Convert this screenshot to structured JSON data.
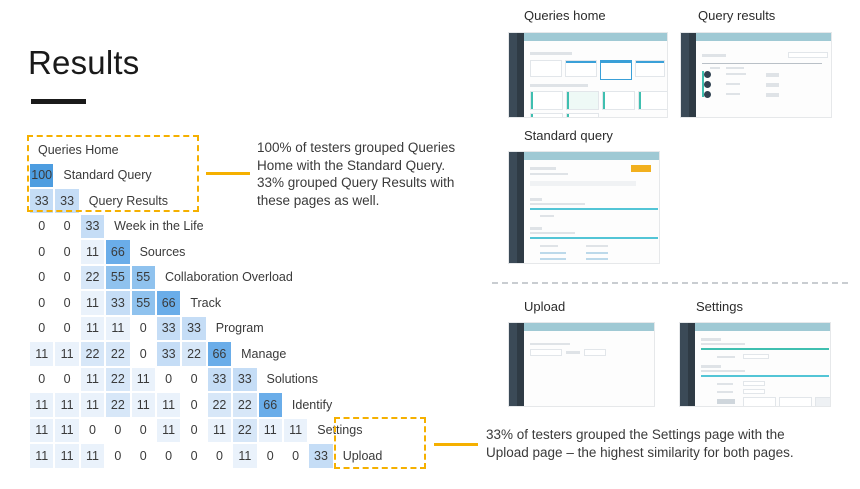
{
  "slide": {
    "title": "Results"
  },
  "callouts": {
    "top": "100% of testers grouped Queries Home with the Standard Query. 33% grouped Query Results with these pages as well.",
    "bottom": "33% of testers grouped the Settings page with the Upload page – the highest similarity for both pages."
  },
  "matrix": {
    "type": "heatmap",
    "description": "Card-sort similarity matrix, lower-triangular. Values are percent of testers who grouped the row page with the column page.",
    "labels": [
      "Queries Home",
      "Standard Query",
      "Query Results",
      "Week in the Life",
      "Sources",
      "Collaboration Overload",
      "Track",
      "Program",
      "Manage",
      "Solutions",
      "Identify",
      "Settings",
      "Upload"
    ],
    "rows": [
      {
        "label": "Queries Home",
        "values": []
      },
      {
        "label": "Standard Query",
        "values": [
          100
        ]
      },
      {
        "label": "Query Results",
        "values": [
          33,
          33
        ]
      },
      {
        "label": "Week in the Life",
        "values": [
          0,
          0,
          33
        ]
      },
      {
        "label": "Sources",
        "values": [
          0,
          0,
          11,
          66
        ]
      },
      {
        "label": "Collaboration Overload",
        "values": [
          0,
          0,
          22,
          55,
          55
        ]
      },
      {
        "label": "Track",
        "values": [
          0,
          0,
          11,
          33,
          55,
          66
        ]
      },
      {
        "label": "Program",
        "values": [
          0,
          0,
          11,
          11,
          0,
          33,
          33
        ]
      },
      {
        "label": "Manage",
        "values": [
          11,
          11,
          22,
          22,
          0,
          33,
          22,
          66
        ]
      },
      {
        "label": "Solutions",
        "values": [
          0,
          0,
          11,
          22,
          11,
          0,
          0,
          33,
          33
        ]
      },
      {
        "label": "Identify",
        "values": [
          11,
          11,
          11,
          22,
          11,
          11,
          0,
          22,
          22,
          66
        ]
      },
      {
        "label": "Settings",
        "values": [
          11,
          11,
          0,
          0,
          0,
          11,
          0,
          11,
          22,
          11,
          11
        ]
      },
      {
        "label": "Upload",
        "values": [
          11,
          11,
          11,
          0,
          0,
          0,
          0,
          0,
          11,
          0,
          0,
          33
        ]
      }
    ],
    "scale": {
      "0": "#ffffff",
      "11": "#eaf2fb",
      "22": "#d7e7f8",
      "33": "#c5ddf6",
      "55": "#8fc2ee",
      "66": "#6aade9",
      "100": "#4d9de0"
    },
    "highlight_color": "#f5b000"
  },
  "thumbnails": [
    {
      "caption": "Queries home"
    },
    {
      "caption": "Query results"
    },
    {
      "caption": "Standard query"
    },
    {
      "caption": "Upload"
    },
    {
      "caption": "Settings"
    }
  ]
}
